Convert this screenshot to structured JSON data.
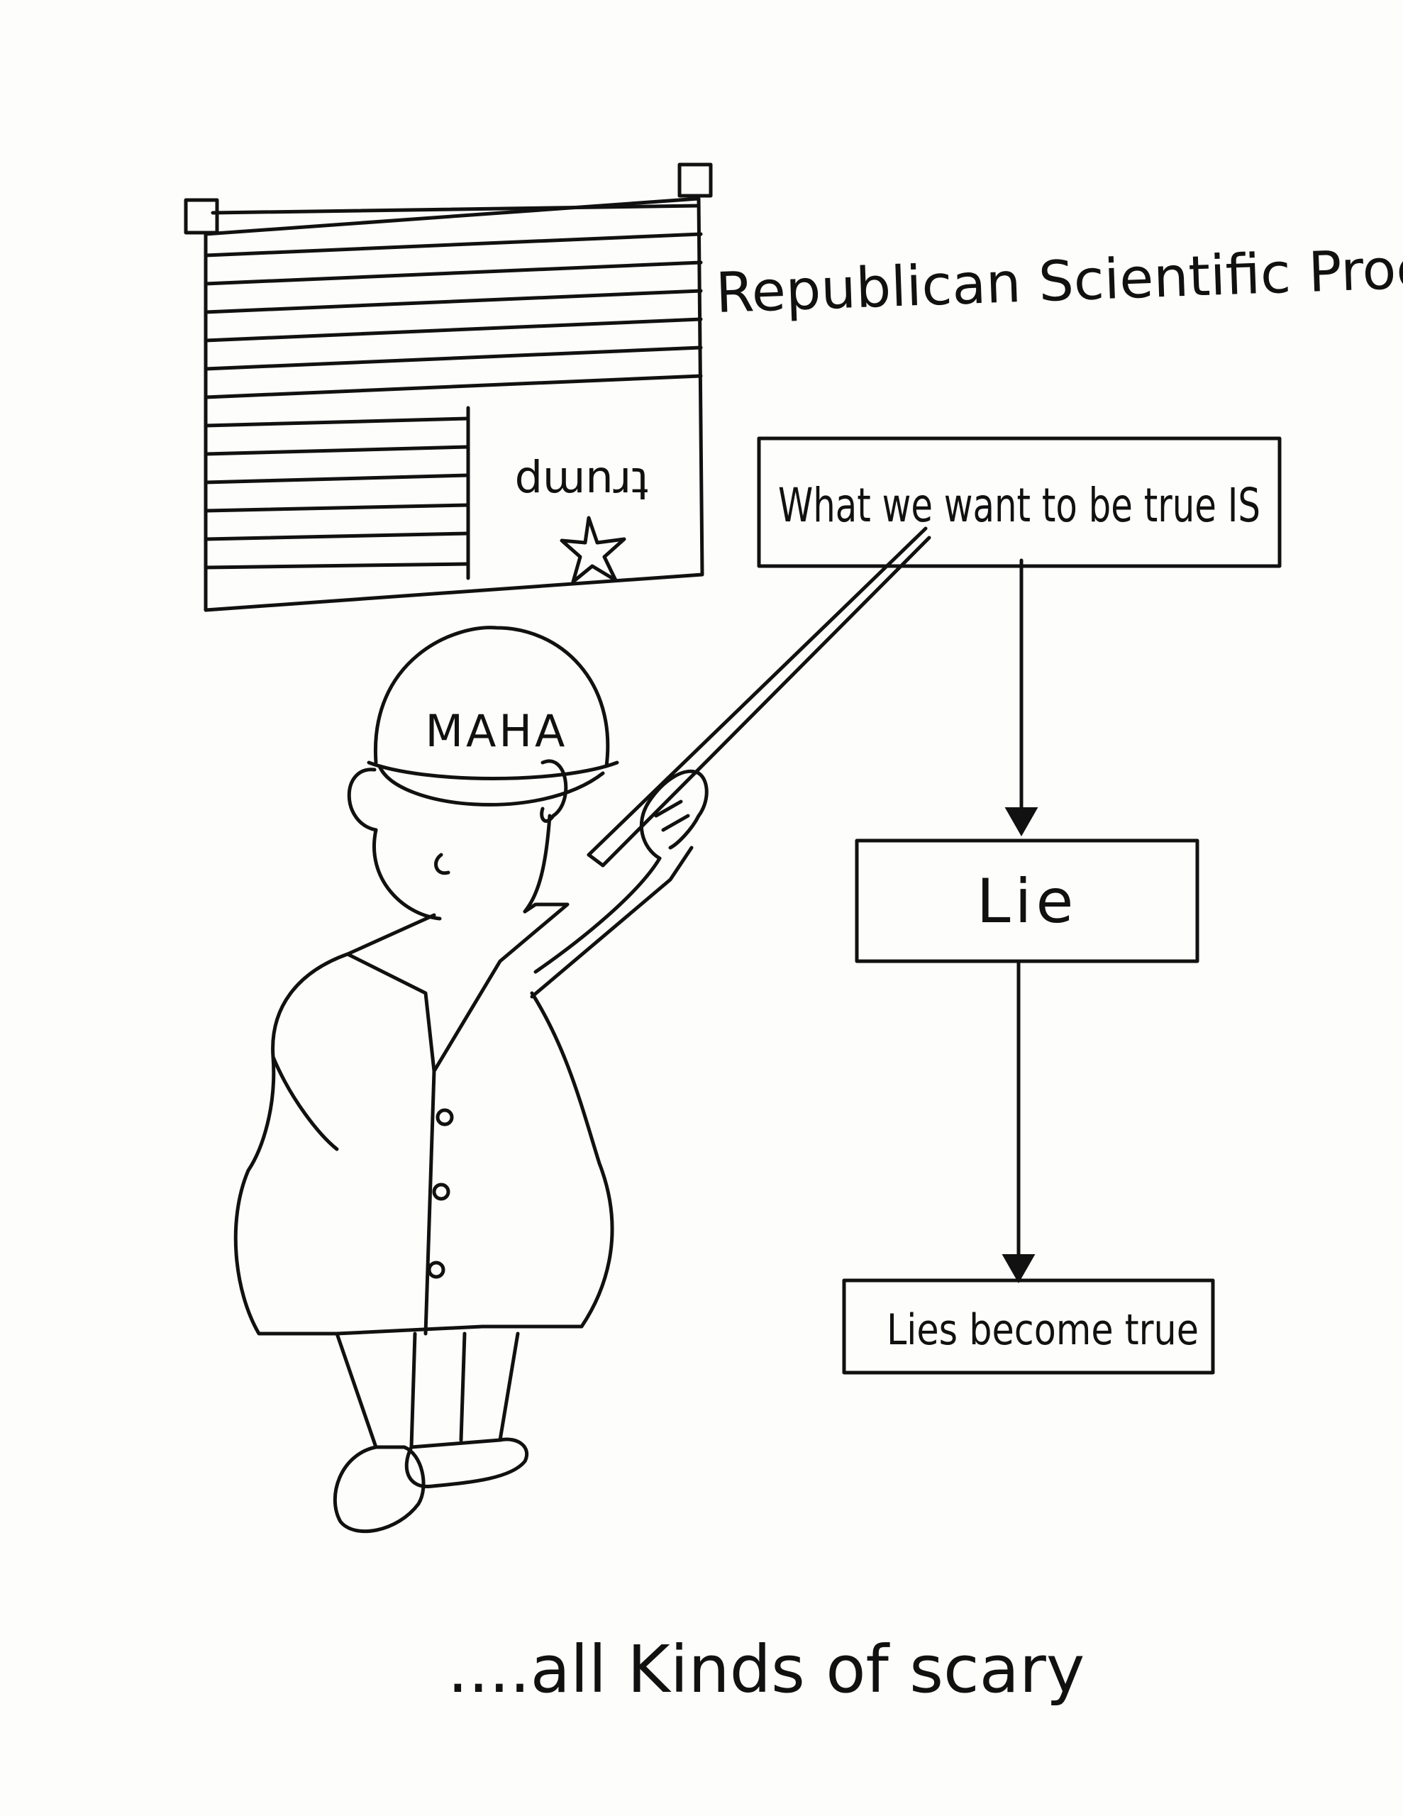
{
  "title": "Republican Scientific Process",
  "flag": {
    "canton_text": "trump"
  },
  "character": {
    "cap_text": "MAHA"
  },
  "flowchart": {
    "steps": [
      "What we want to be true IS",
      "Lie",
      "Lies become true"
    ]
  },
  "caption": "....all Kinds of scary",
  "colors": {
    "ink": "#111111",
    "paper": "#fdfdfb"
  }
}
